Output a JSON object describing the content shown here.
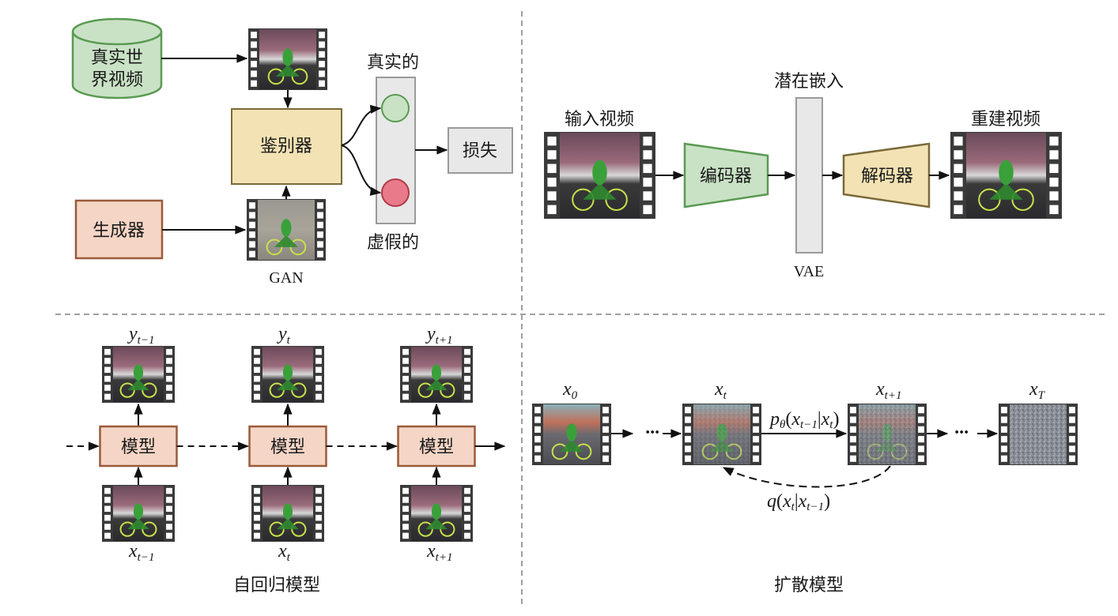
{
  "colors": {
    "green_fill": "#c9e2c5",
    "green_stroke": "#5a9a52",
    "yellow_fill": "#f3e2b3",
    "yellow_stroke": "#7a6a3a",
    "salmon_fill": "#f5d5c5",
    "salmon_stroke": "#9a5a3a",
    "gray_fill": "#e8e8e8",
    "gray_stroke": "#9a9a9a",
    "red_fill": "#e87a8a",
    "red_stroke": "#b23a48",
    "divider": "#a0a0a0"
  },
  "gan": {
    "real_video_db": [
      "真实世",
      "界视频"
    ],
    "discriminator": "鉴别器",
    "generator": "生成器",
    "real_label": "真实的",
    "fake_label": "虚假的",
    "loss": "损失",
    "caption": "GAN"
  },
  "vae": {
    "input_video": "输入视频",
    "encoder": "编码器",
    "latent": "潜在嵌入",
    "decoder": "解码器",
    "reconstructed_video": "重建视频",
    "caption": "VAE"
  },
  "autoregressive": {
    "model_label": "模型",
    "steps": [
      {
        "y": "y",
        "y_sub": "t−1",
        "x": "x",
        "x_sub": "t−1"
      },
      {
        "y": "y",
        "y_sub": "t",
        "x": "x",
        "x_sub": "t"
      },
      {
        "y": "y",
        "y_sub": "t+1",
        "x": "x",
        "x_sub": "t+1"
      }
    ],
    "caption": "自回归模型"
  },
  "diffusion": {
    "states": [
      {
        "x": "x",
        "sub": "0"
      },
      {
        "x": "x",
        "sub": "t"
      },
      {
        "x": "x",
        "sub": "t+1"
      },
      {
        "x": "x",
        "sub": "T"
      }
    ],
    "ellipsis": "···",
    "reverse_label": {
      "p": "p",
      "p_sub": "θ",
      "open": "(",
      "a": "x",
      "a_sub": "t−1",
      "bar": "|",
      "b": "x",
      "b_sub": "t",
      "close": ")"
    },
    "forward_label": {
      "q": "q",
      "open": "(",
      "a": "x",
      "a_sub": "t",
      "bar": "|",
      "b": "x",
      "b_sub": "t−1",
      "close": ")"
    },
    "caption": "扩散模型"
  }
}
